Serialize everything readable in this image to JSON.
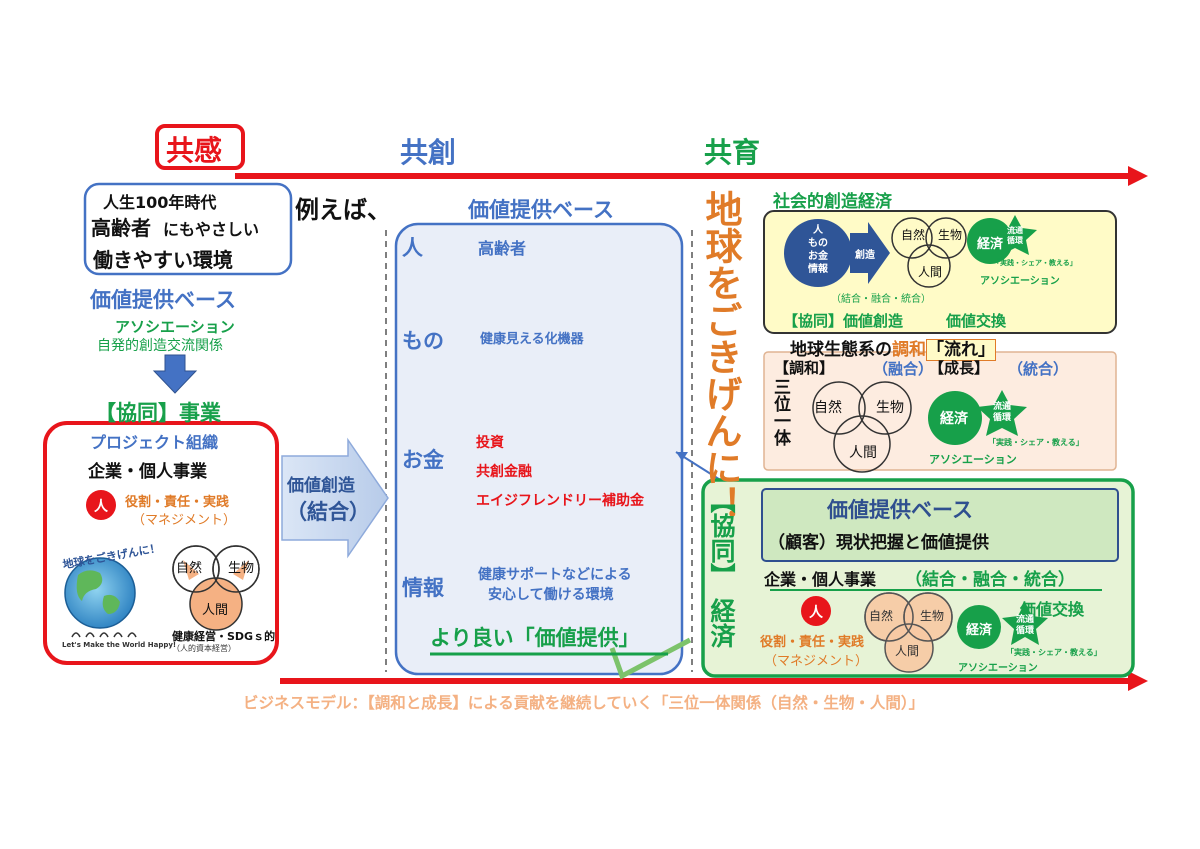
{
  "header": {
    "kyokan": "共感",
    "kyoso": "共創",
    "kyoiku": "共育"
  },
  "left": {
    "jinsei": "人生100年時代",
    "koreisha": "高齢者",
    "nimo": "にもやさしい",
    "hataraki": "働きやすい環境",
    "base": "価値提供ベース",
    "assoc": "アソシエーション",
    "jihatsu": "自発的創造交流関係",
    "kyodo": "【協同】事業",
    "project": "プロジェクト組織",
    "kigyo": "企業・個人事業",
    "hito": "人",
    "yakuwari": "役割・責任・実践",
    "mgmt": "（マネジメント）",
    "globe_text": "地球をごきげんに！",
    "happy": "Let's Make the World Happy!",
    "shizen": "自然",
    "seibutsu": "生物",
    "ningen": "人間",
    "kenko": "健康経営・SDGｓ的",
    "jinteki": "（人的資本経営）"
  },
  "arrow_mid": {
    "line1": "価値創造",
    "line2": "（結合）"
  },
  "middle": {
    "tatoeba": "例えば、",
    "base": "価値提供ベース",
    "rows": [
      {
        "label": "人",
        "items": [
          "高齢者"
        ]
      },
      {
        "label": "もの",
        "items": [
          "健康見える化機器"
        ]
      },
      {
        "label": "お金",
        "items": [
          "投資",
          "共創金融",
          "エイジフレンドリー補助金"
        ]
      },
      {
        "label": "情報",
        "items": [
          "健康サポートなどによる",
          "安心して働ける環境"
        ]
      }
    ],
    "yoriyoi": "より良い「価値提供」"
  },
  "vertical": {
    "chikyu": "地球をごきげんに！",
    "kyodo": "【協同】",
    "keizai": "経済"
  },
  "right_top": {
    "title": "社会的創造経済",
    "circle_lines": [
      "人",
      "もの",
      "お金",
      "情報"
    ],
    "sozo": "創造",
    "shizen": "自然",
    "seibutsu": "生物",
    "ningen": "人間",
    "keizai": "経済",
    "ryutsu": "流通",
    "junkan": "循環",
    "jissen": "「実践・シェア・教える」",
    "assoc": "アソシエーション",
    "ketsugo": "（結合・融合・統合）",
    "kyodo_sozo": "【協同】価値創造",
    "koukan": "価値交換"
  },
  "right_mid": {
    "title1": "地球生態系の",
    "chowa": "調和",
    "nagare": "「流れ」",
    "chowa_b": "【調和】",
    "yugo": "（融合）",
    "seicho": "【成長】",
    "togo": "（統合）",
    "sanmi": "三位一体",
    "shizen": "自然",
    "seibutsu": "生物",
    "ningen": "人間",
    "keizai": "経済",
    "ryutsu": "流通",
    "junkan": "循環",
    "jissen": "「実践・シェア・教える」",
    "assoc": "アソシエーション"
  },
  "right_bottom": {
    "base": "価値提供ベース",
    "genjo": "（顧客）現状把握と価値提供",
    "kigyo": "企業・個人事業",
    "ketsugo": "（結合・融合・統合）",
    "hito": "人",
    "yakuwari": "役割・責任・実践",
    "mgmt": "（マネジメント）",
    "shizen": "自然",
    "seibutsu": "生物",
    "ningen": "人間",
    "koukan": "価値交換",
    "keizai": "経済",
    "ryutsu": "流通",
    "junkan": "循環",
    "jissen": "「実践・シェア・教える」",
    "assoc": "アソシエーション"
  },
  "footer": "ビジネスモデル：【調和と成長】による貢献を継続していく「三位一体関係（自然・生物・人間）」",
  "colors": {
    "red": "#e8151b",
    "blue": "#4472c4",
    "darkblue": "#2f4f8f",
    "green": "#17a04a",
    "orange": "#e07b28",
    "yellowbg": "#fffbc7",
    "peachbg": "#fdece0",
    "lightgreenbg": "#e7f3d6",
    "panelblue": "#e9eef8"
  }
}
